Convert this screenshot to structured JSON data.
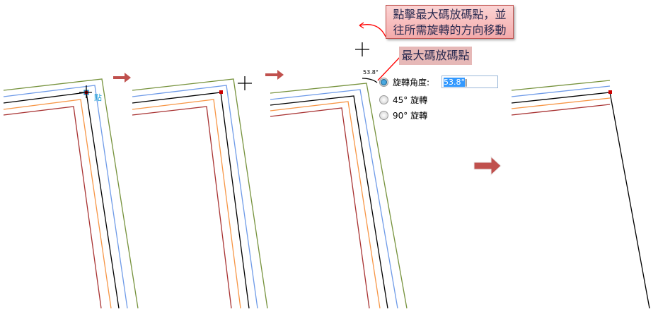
{
  "callout_text": "點擊最大碼放碼點，並往所需旋轉的方向移動",
  "label_text": "最大碼放碼點",
  "angle_readout": "53.8°",
  "snap_label": "點",
  "options": [
    {
      "label": "旋轉角度:",
      "selected": true
    },
    {
      "label": "45° 旋轉",
      "selected": false
    },
    {
      "label": "90° 旋轉",
      "selected": false
    }
  ],
  "angle_input_value": "53.8°",
  "colors": {
    "green": "#76923c",
    "blue": "#6f9be8",
    "black": "#000000",
    "orange": "#f79646",
    "red": "#a83232",
    "arrow": "#c0504d"
  }
}
